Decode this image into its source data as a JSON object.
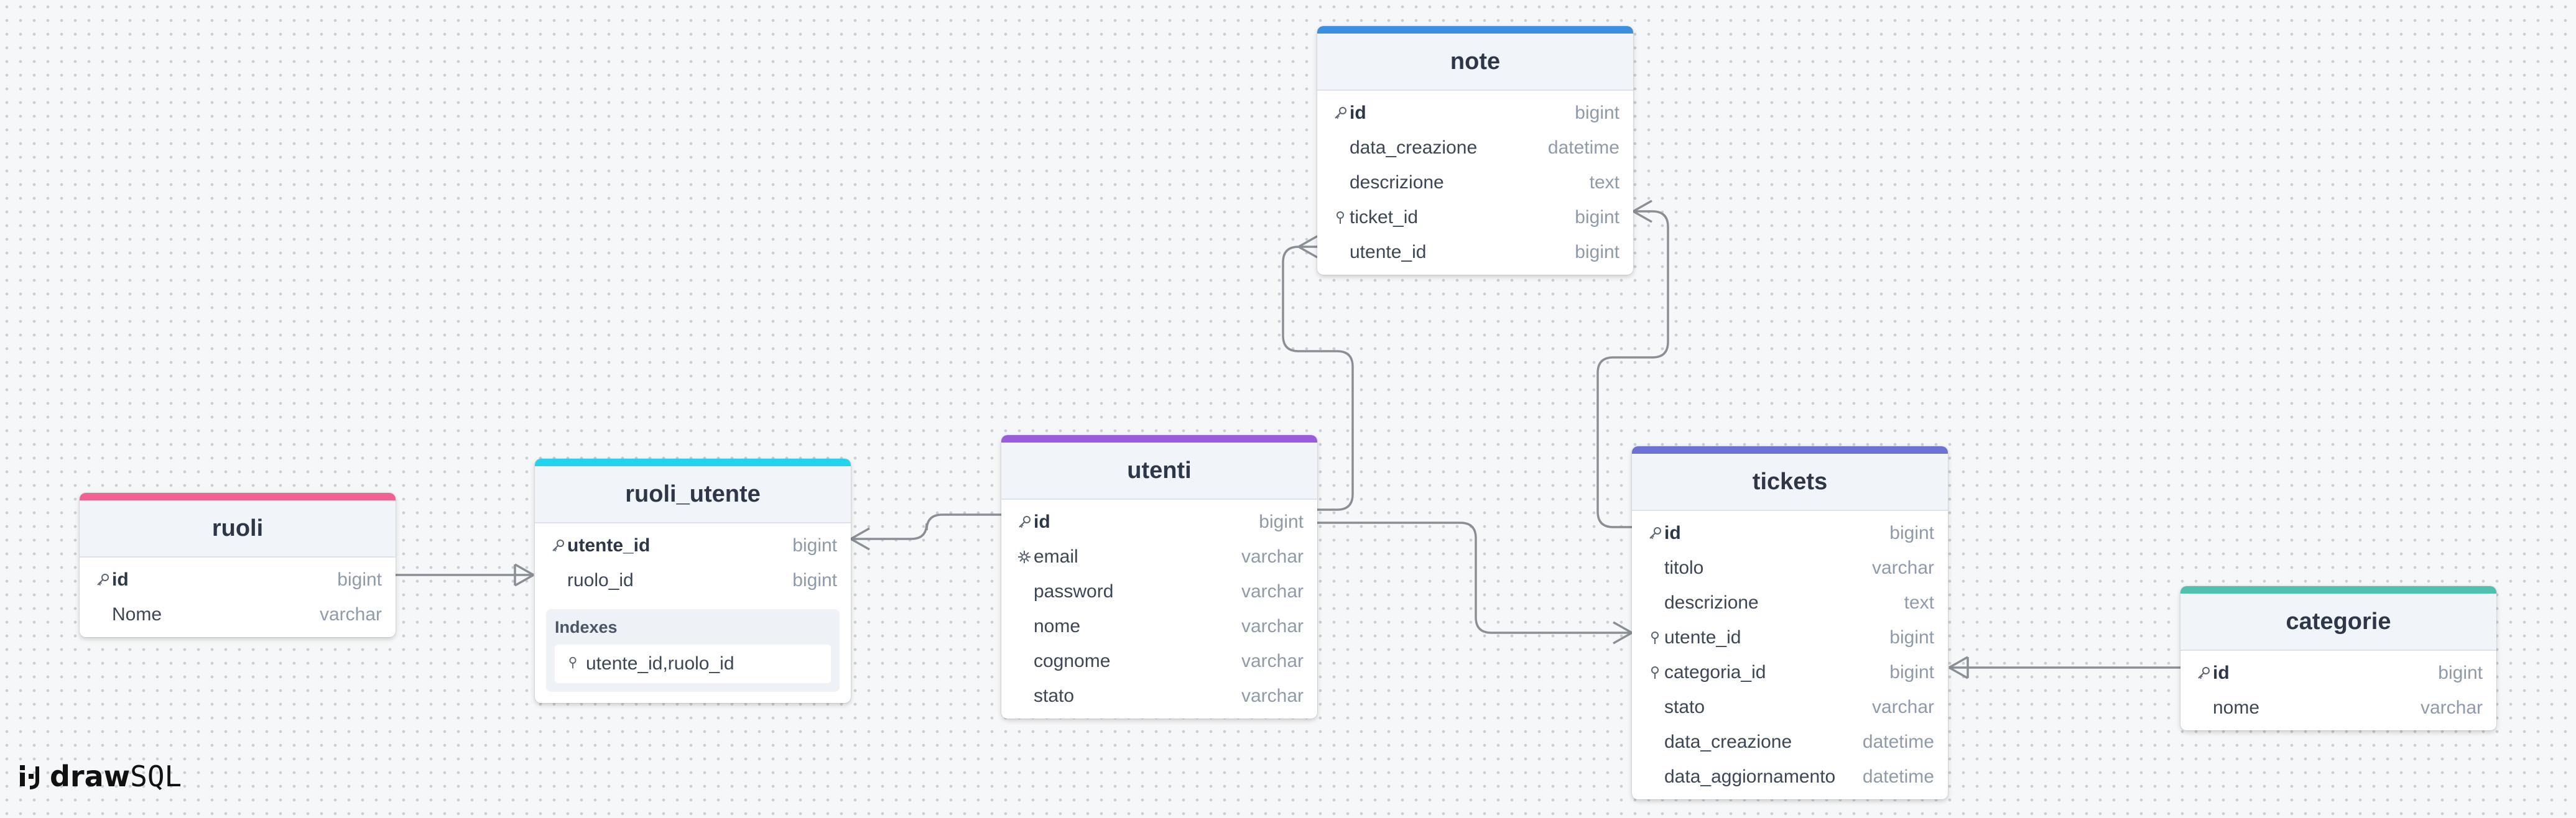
{
  "tables": [
    {
      "id": "note",
      "name": "note",
      "color": "#3b8fe0",
      "columns": [
        {
          "name": "id",
          "type": "bigint",
          "icon": "key-icon",
          "pk": true
        },
        {
          "name": "data_creazione",
          "type": "datetime",
          "icon": ""
        },
        {
          "name": "descrizione",
          "type": "text",
          "icon": ""
        },
        {
          "name": "ticket_id",
          "type": "bigint",
          "icon": "index-icon"
        },
        {
          "name": "utente_id",
          "type": "bigint",
          "icon": ""
        }
      ]
    },
    {
      "id": "ruoli",
      "name": "ruoli",
      "color": "#f06292",
      "columns": [
        {
          "name": "id",
          "type": "bigint",
          "icon": "key-icon",
          "pk": true
        },
        {
          "name": "Nome",
          "type": "varchar",
          "icon": ""
        }
      ]
    },
    {
      "id": "ruoli_utente",
      "name": "ruoli_utente",
      "color": "#22d3ee",
      "columns": [
        {
          "name": "utente_id",
          "type": "bigint",
          "icon": "key-icon",
          "pk": true
        },
        {
          "name": "ruolo_id",
          "type": "bigint",
          "icon": ""
        }
      ],
      "indexes_label": "Indexes",
      "indexes": [
        "utente_id,ruolo_id"
      ]
    },
    {
      "id": "utenti",
      "name": "utenti",
      "color": "#9b5cdc",
      "columns": [
        {
          "name": "id",
          "type": "bigint",
          "icon": "key-icon",
          "pk": true
        },
        {
          "name": "email",
          "type": "varchar",
          "icon": "unique-icon"
        },
        {
          "name": "password",
          "type": "varchar",
          "icon": ""
        },
        {
          "name": "nome",
          "type": "varchar",
          "icon": ""
        },
        {
          "name": "cognome",
          "type": "varchar",
          "icon": ""
        },
        {
          "name": "stato",
          "type": "varchar",
          "icon": ""
        }
      ]
    },
    {
      "id": "tickets",
      "name": "tickets",
      "color": "#6b72d4",
      "columns": [
        {
          "name": "id",
          "type": "bigint",
          "icon": "key-icon",
          "pk": true
        },
        {
          "name": "titolo",
          "type": "varchar",
          "icon": ""
        },
        {
          "name": "descrizione",
          "type": "text",
          "icon": ""
        },
        {
          "name": "utente_id",
          "type": "bigint",
          "icon": "index-icon"
        },
        {
          "name": "categoria_id",
          "type": "bigint",
          "icon": "index-icon"
        },
        {
          "name": "stato",
          "type": "varchar",
          "icon": ""
        },
        {
          "name": "data_creazione",
          "type": "datetime",
          "icon": ""
        },
        {
          "name": "data_aggiornamento",
          "type": "datetime",
          "icon": ""
        }
      ]
    },
    {
      "id": "categorie",
      "name": "categorie",
      "color": "#4fc1ad",
      "columns": [
        {
          "name": "id",
          "type": "bigint",
          "icon": "key-icon",
          "pk": true
        },
        {
          "name": "nome",
          "type": "varchar",
          "icon": ""
        }
      ]
    }
  ],
  "logo": {
    "brand": "drawSQL",
    "bold": "draw",
    "light": "SQL"
  }
}
